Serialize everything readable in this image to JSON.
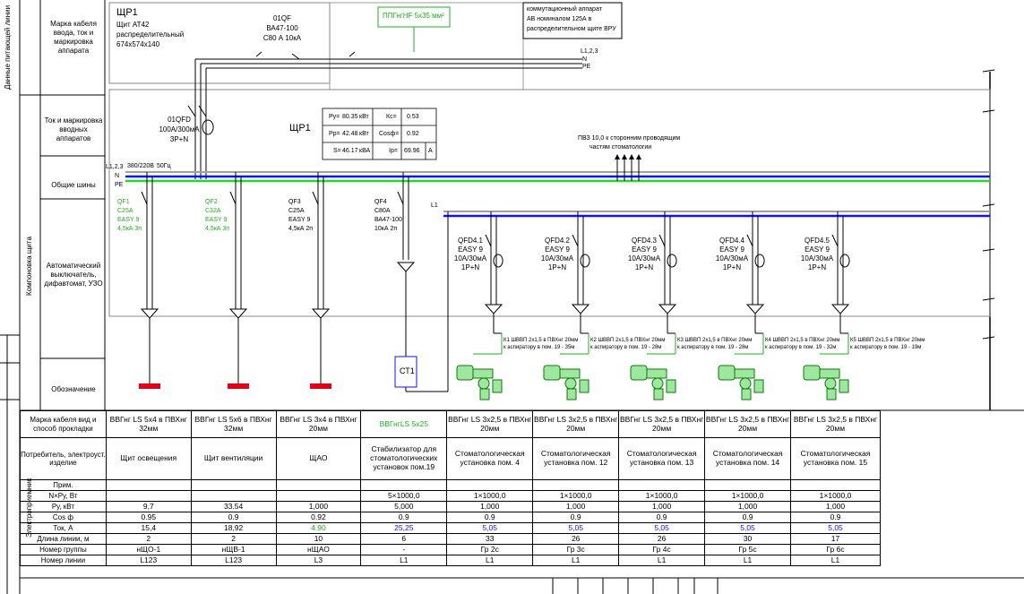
{
  "left_headers": {
    "cable_mark": "Марка кабеля ввода, ток и маркировка аппарата",
    "current_mark": "Ток и маркировка вводных аппаратов",
    "buses": "Общие шины",
    "breakers": "Автоматический выключатель, дифавтомат, УЗО",
    "designation": "Обозначение",
    "vert_supply": "Данные питающей линии",
    "vert_layout": "Компоновка щита",
    "vert_consumers": "Электроприемник"
  },
  "panel": {
    "name": "ЩР1",
    "type": "Щит АТ42",
    "kind": "распределительный",
    "size": "674х574х140",
    "name2": "ЩР1"
  },
  "input_breaker": {
    "id": "01QF",
    "model": "ВА47-100",
    "rating": "С80 А 10кА"
  },
  "input_rcd": {
    "id": "01QFD",
    "rating": "100А/300мА",
    "poles": "3P+N"
  },
  "feeder_cable": "ППГнгHF 5х35 мм²",
  "switch_note": {
    "l1": "коммутационный аппарат",
    "l2": "АВ номиналом 125А в",
    "l3": "распределительном щите ВРУ"
  },
  "phases": {
    "l123": "L1,2,3",
    "n": "N",
    "pe": "PE",
    "l123b": "L1,2,3",
    "nb": "N",
    "peb": "PE",
    "l1": "L1"
  },
  "bus_voltage": "380/220В",
  "bus_freq": "50Гц",
  "params": {
    "py_label": "Ру=",
    "py_val": "80.35",
    "py_unit": "кВт",
    "pp_label": "Рр=",
    "pp_val": "42.48",
    "pp_unit": "кВт",
    "s_label": "S=",
    "s_val": "46.17",
    "s_unit": "кВА",
    "kc_label": "Кс=",
    "kc_val": "0.53",
    "cos_label": "Cosф=",
    "cos_val": "0.92",
    "ip_label": "Iр=",
    "ip_val": "69.96",
    "ip_unit": "А"
  },
  "pvz_note": {
    "l1": "ПВЗ 10,0 к сторонним проводящим",
    "l2": "частям стоматологии"
  },
  "breakers": [
    {
      "id": "QF1",
      "rating": "С25А",
      "series": "EASY 9",
      "break": "4,5кА 3п"
    },
    {
      "id": "QF2",
      "rating": "С32А",
      "series": "EASY 9",
      "break": "4,5кА 3п"
    },
    {
      "id": "QF3",
      "rating": "С25А",
      "series": "EASY 9",
      "break": "4,5кА 2п"
    },
    {
      "id": "QF4",
      "rating": "С80А",
      "series": "ВА47-100",
      "break": "10кА 2п"
    }
  ],
  "rcbos": [
    {
      "id": "QFD4.1",
      "series": "EASY 9",
      "rating": "10А/30мА",
      "poles": "1P+N"
    },
    {
      "id": "QFD4.2",
      "series": "EASY 9",
      "rating": "10А/30мА",
      "poles": "1P+N"
    },
    {
      "id": "QFD4.3",
      "series": "EASY 9",
      "rating": "10А/30мА",
      "poles": "1P+N"
    },
    {
      "id": "QFD4.4",
      "series": "EASY 9",
      "rating": "10А/30мА",
      "poles": "1P+N"
    },
    {
      "id": "QFD4.5",
      "series": "EASY 9",
      "rating": "10А/30мА",
      "poles": "1P+N"
    }
  ],
  "aspirator_cables": [
    {
      "l1": "К1 ШВВП 2х1,5 в ПВХнг 20мм",
      "l2": "к аспиратору в пом. 19 - 35м"
    },
    {
      "l1": "К2 ШВВП 2х1,5 в ПВХнг 20мм",
      "l2": "к аспиратору в пом. 19 - 28м"
    },
    {
      "l1": "К3 ШВВП 2х1,5 в ПВХнг 20мм",
      "l2": "к аспиратору в пом. 19 - 28м"
    },
    {
      "l1": "К4 ШВВП 2х1,5 в ПВХнг 20мм",
      "l2": "к аспиратору в пом. 19 - 32м"
    },
    {
      "l1": "К5 ШВВП 2х1,5 в ПВХнг 20мм",
      "l2": "к аспиратору в пом. 19 - 19м"
    }
  ],
  "stabilizer_label": "СТ1",
  "table": {
    "row_headers": [
      "Марка кабеля вид и способ прокладки",
      "Потребитель, электроуст. изделие",
      "Прим.",
      "N×Ру, Вт",
      "Ру, кВт",
      "Cos ф",
      "Ток, А",
      "Длина линии, м",
      "Номер группы",
      "Номер линии"
    ],
    "columns": [
      {
        "cable": "ВВГнг LS 5х4 в ПВХнг 32мм",
        "consumer": "Щит освещения",
        "prim": "",
        "npy": "",
        "py": "9,7",
        "cos": "0.95",
        "current": "15,4",
        "length": "2",
        "group": "нЩО-1",
        "line": "L123"
      },
      {
        "cable": "ВВГнг LS 5х6 в ПВХнг 32мм",
        "consumer": "Щит вентиляции",
        "prim": "",
        "npy": "",
        "py": "33.54",
        "cos": "0.9",
        "current": "18,92",
        "length": "2",
        "group": "нЩВ-1",
        "line": "L123"
      },
      {
        "cable": "ВВГнг LS 3х4 в ПВХнг 20мм",
        "consumer": "ЩАО",
        "prim": "",
        "npy": "",
        "py": "1,000",
        "cos": "0.92",
        "current": "4.90",
        "length": "10",
        "group": "нЩАО",
        "line": "L3"
      },
      {
        "cable": "ВВГнгLS 5х25",
        "consumer": "Стабилизатор для стоматологических установок пом.19",
        "prim": "",
        "npy": "5×1000,0",
        "py": "5,000",
        "cos": "0.9",
        "current": "25,25",
        "length": "6",
        "group": "-",
        "line": "L1"
      },
      {
        "cable": "ВВГнг LS 3х2,5 в ПВХнг 20мм",
        "consumer": "Стоматологическая установка пом. 4",
        "prim": "",
        "npy": "1×1000,0",
        "py": "1,000",
        "cos": "0.9",
        "current": "5,05",
        "length": "33",
        "group": "Гр 2с",
        "line": "L1"
      },
      {
        "cable": "ВВГнг LS 3х2,5 в ПВХнг 20мм",
        "consumer": "Стоматологическая установка пом. 12",
        "prim": "",
        "npy": "1×1000,0",
        "py": "1,000",
        "cos": "0.9",
        "current": "5,05",
        "length": "26",
        "group": "Гр 3с",
        "line": "L1"
      },
      {
        "cable": "ВВГнг LS 3х2,5 в ПВХнг 20мм",
        "consumer": "Стоматологическая установка пом. 13",
        "prim": "",
        "npy": "1×1000,0",
        "py": "1,000",
        "cos": "0.9",
        "current": "5,05",
        "length": "26",
        "group": "Гр 4с",
        "line": "L1"
      },
      {
        "cable": "ВВГнг LS 3х2,5 в ПВХнг 20мм",
        "consumer": "Стоматологическая установка пом. 14",
        "prim": "",
        "npy": "1×1000,0",
        "py": "1,000",
        "cos": "0.9",
        "current": "5,05",
        "length": "30",
        "group": "Гр 5с",
        "line": "L1"
      },
      {
        "cable": "ВВГнг LS 3х2,5 в ПВХнг 20мм",
        "consumer": "Стоматологическая установка пом. 15",
        "prim": "",
        "npy": "1×1000,0",
        "py": "1,000",
        "cos": "0.9",
        "current": "5,05",
        "length": "17",
        "group": "Гр 6с",
        "line": "L1"
      }
    ]
  },
  "colors": {
    "green": "#22b022",
    "blue": "#1010ff",
    "gray": "#a0a0a0",
    "red": "#e0001a",
    "bus_green": "#22dd22"
  }
}
